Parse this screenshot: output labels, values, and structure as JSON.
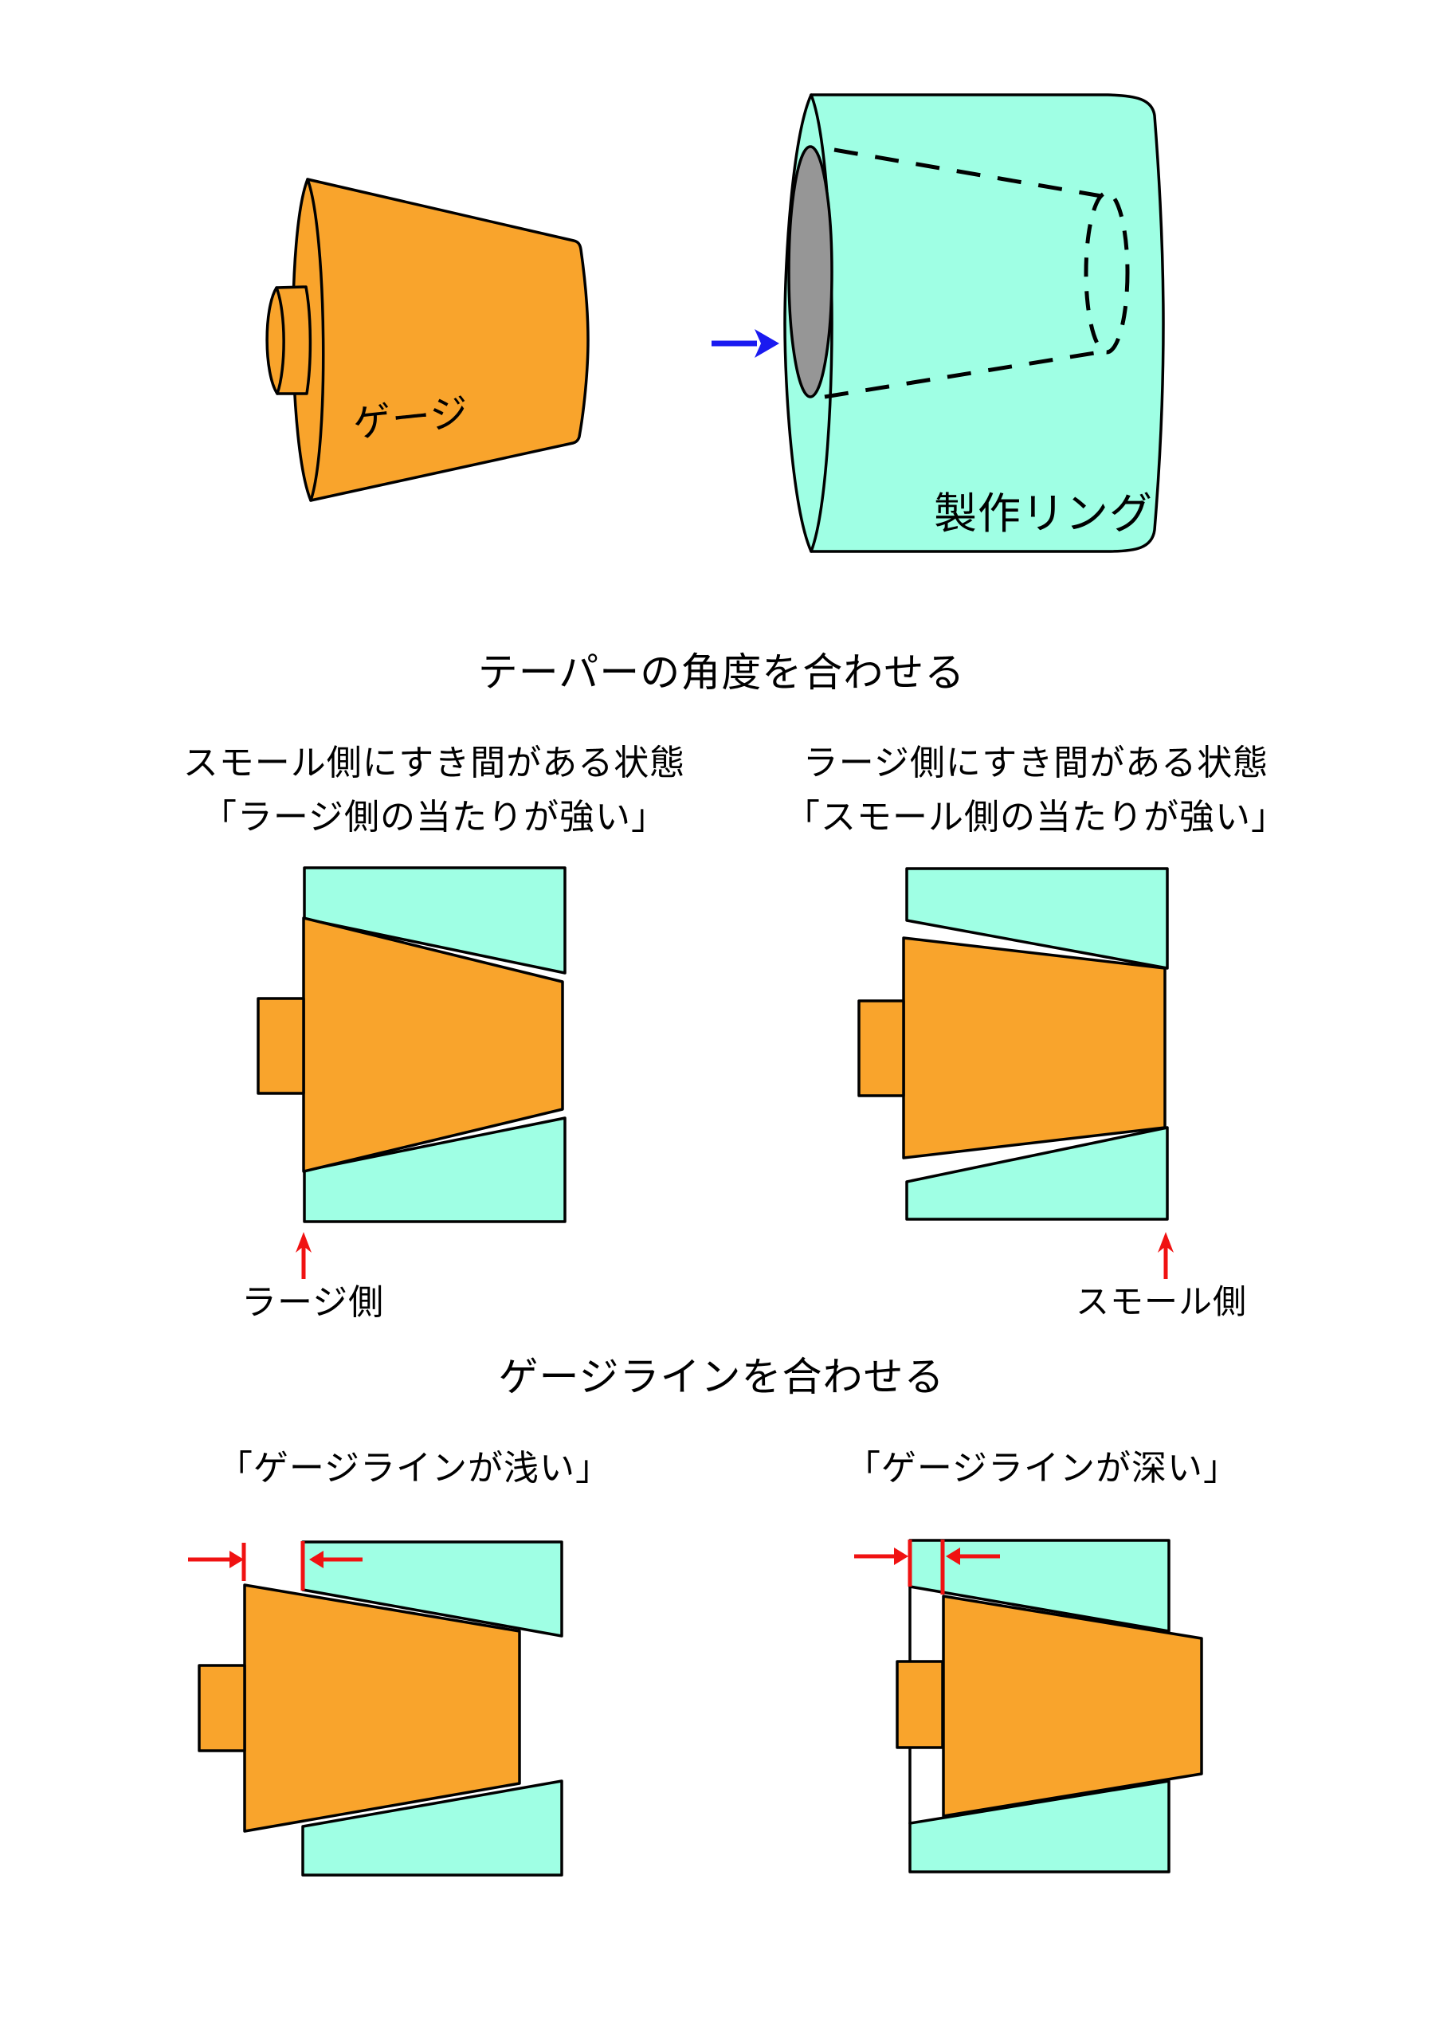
{
  "colors": {
    "orange": "#F9A42C",
    "cyan": "#9FFFE4",
    "gray": "#969696",
    "red": "#F01212",
    "blue": "#1A1AF0",
    "outline": "#000000"
  },
  "top_figure": {
    "gauge_label": "ゲージ",
    "ring_label": "製作リング"
  },
  "taper_section": {
    "title": "テーパーの角度を合わせる",
    "left": {
      "caption_line1": "スモール側にすき間がある状態",
      "caption_line2": "「ラージ側の当たりが強い」",
      "pointer_label": "ラージ側"
    },
    "right": {
      "caption_line1": "ラージ側にすき間がある状態",
      "caption_line2": "「スモール側の当たりが強い」",
      "pointer_label": "スモール側"
    }
  },
  "gaugeline_section": {
    "title": "ゲージラインを合わせる",
    "left": {
      "caption": "「ゲージラインが浅い」"
    },
    "right": {
      "caption": "「ゲージラインが深い」"
    }
  }
}
